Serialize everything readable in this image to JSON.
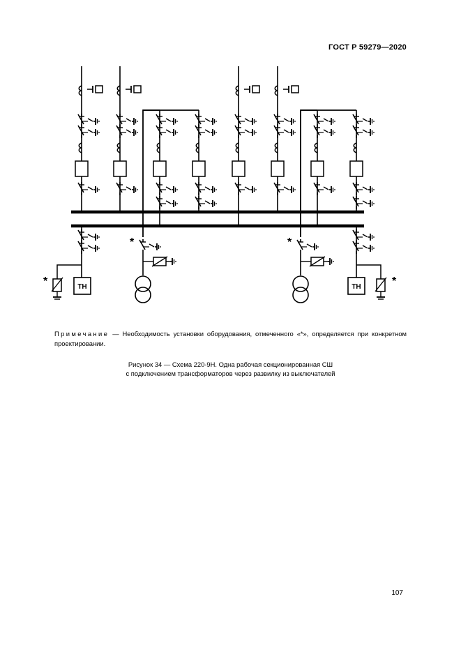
{
  "header": {
    "standard": "ГОСТ Р 59279—2020"
  },
  "diagram": {
    "vt_label": "ТН",
    "optional_marker": "*"
  },
  "note": {
    "label": "Примечание",
    "text": " — Необходимость установки оборудования, отмеченного «*», определяется при конкретном проектировании."
  },
  "caption": {
    "line1": "Рисунок 34 — Схема 220-9Н. Одна рабочая секционированная СШ",
    "line2": "с подключением трансформаторов через развилку из выключателей"
  },
  "page_number": "107"
}
